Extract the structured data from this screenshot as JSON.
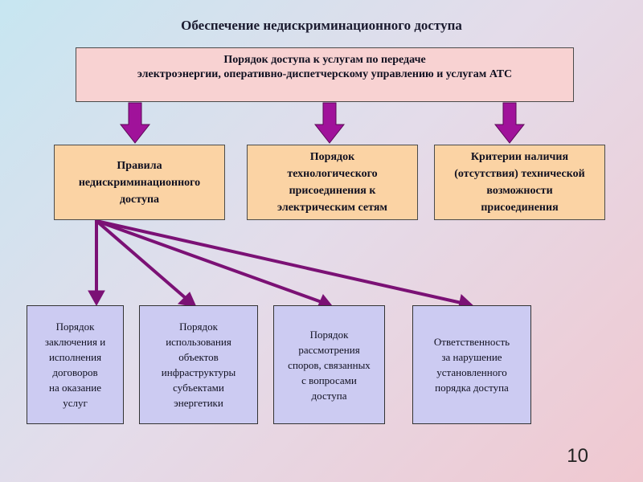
{
  "title": "Обеспечение недискриминационного доступа",
  "top_box": {
    "lines": [
      "Порядок доступа к услугам по передаче",
      "электроэнергии, оперативно-диспетчерскому управлению и услугам АТС"
    ]
  },
  "middle_boxes": [
    {
      "lines": [
        "Правила",
        "недискриминационного",
        "доступа"
      ]
    },
    {
      "lines": [
        "Порядок",
        "технологического",
        "присоединения к",
        "электрическим сетям"
      ]
    },
    {
      "lines": [
        "Критерии наличия",
        "(отсутствия) технической",
        "возможности",
        "присоединения"
      ]
    }
  ],
  "bottom_boxes": [
    {
      "lines": [
        "Порядок",
        "заключения и",
        "исполнения",
        "договоров",
        "на оказание",
        "услуг"
      ]
    },
    {
      "lines": [
        "Порядок",
        "использования",
        "объектов",
        "инфраструктуры",
        "субъектами",
        "энергетики"
      ]
    },
    {
      "lines": [
        "Порядок",
        "рассмотрения",
        "споров, связанных",
        "с вопросами",
        "доступа"
      ]
    },
    {
      "lines": [
        "Ответственность",
        "за нарушение",
        "установленного",
        "порядка доступа"
      ]
    }
  ],
  "page_number": "10",
  "colors": {
    "arrow": "#a0129a",
    "connector": "#7b1175",
    "top_box_fill": "#f8d2d2",
    "middle_box_fill": "#fbd3a4",
    "bottom_box_fill": "#cccbf2"
  }
}
